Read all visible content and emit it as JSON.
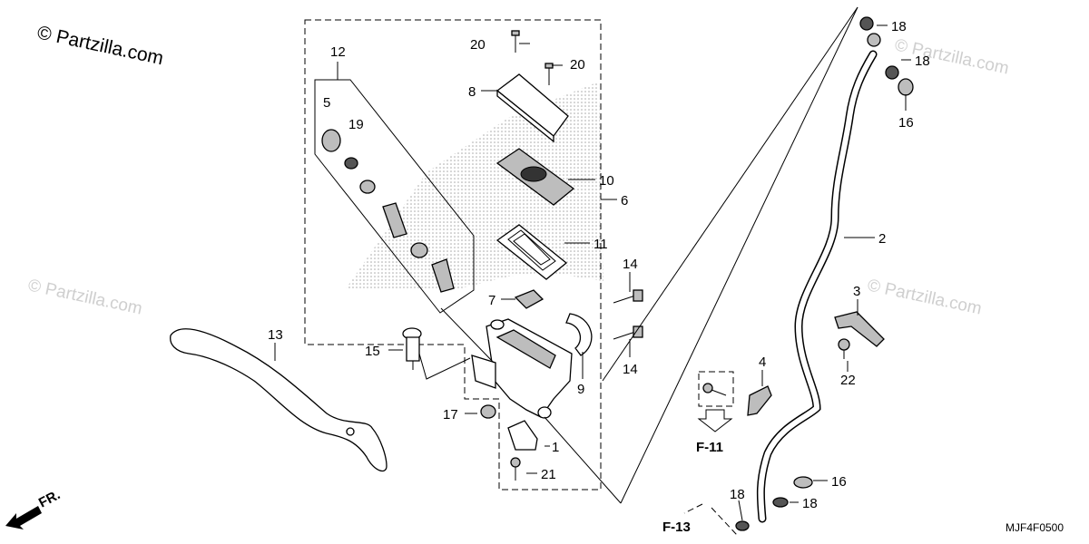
{
  "watermark": {
    "main": "© Partzilla.com",
    "faint_left": "© Partzilla.com",
    "faint_top_right": "© Partzilla.com",
    "faint_right": "© Partzilla.com"
  },
  "diagram_code": "MJF4F0500",
  "front_indicator": "FR.",
  "references": {
    "f11": "F-11",
    "f13": "F-13"
  },
  "callouts": {
    "p1": "1",
    "p2": "2",
    "p3": "3",
    "p4": "4",
    "p5": "5",
    "p6": "6",
    "p7": "7",
    "p8": "8",
    "p9": "9",
    "p10": "10",
    "p11": "11",
    "p12": "12",
    "p13": "13",
    "p14a": "14",
    "p14b": "14",
    "p15": "15",
    "p16a": "16",
    "p16b": "16",
    "p17": "17",
    "p18a": "18",
    "p18b": "18",
    "p18c": "18",
    "p18d": "18",
    "p19": "19",
    "p20a": "20",
    "p20b": "20",
    "p21": "21",
    "p22": "22"
  }
}
